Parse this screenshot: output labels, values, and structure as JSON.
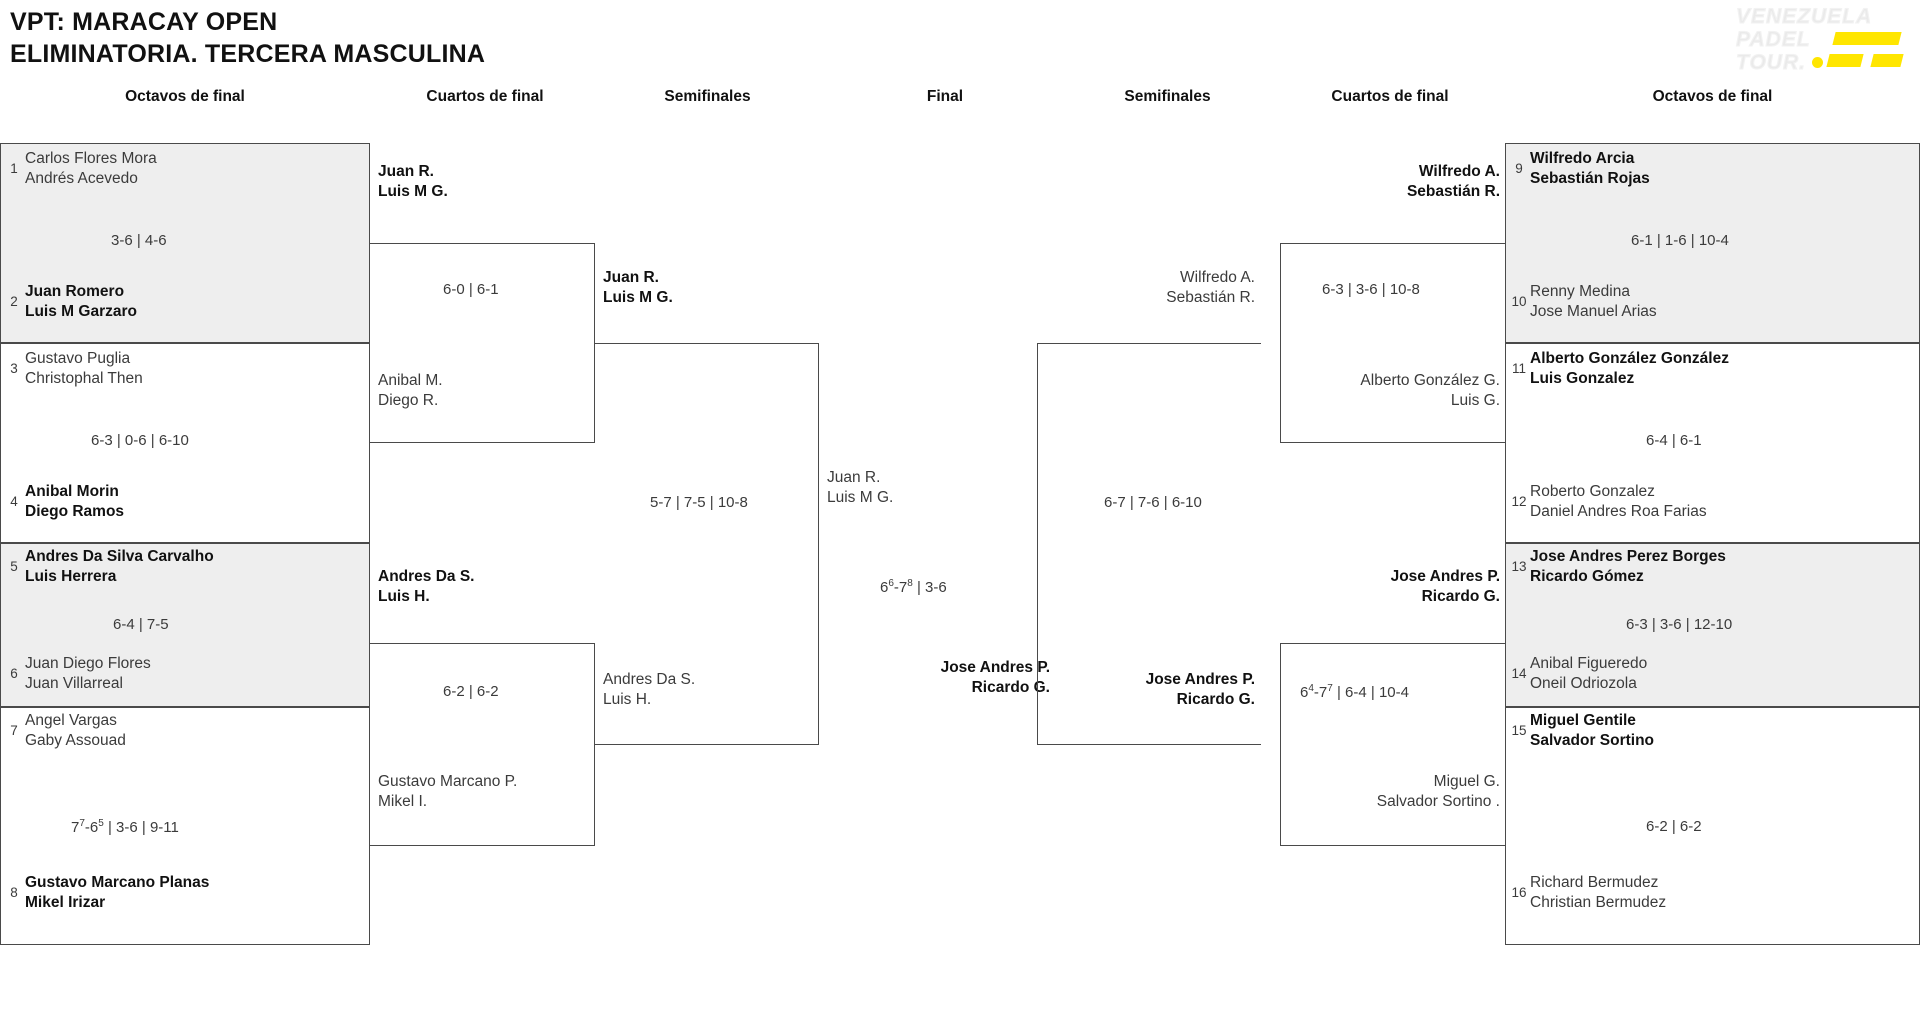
{
  "header": {
    "title_line1": "VPT: MARACAY OPEN",
    "title_line2": "ELIMINATORIA. TERCERA MASCULINA"
  },
  "logo": {
    "line1": "VENEZUELA",
    "line2": "PADEL",
    "line3": "TOUR.",
    "accent_color": "#ffe600"
  },
  "round_headers": {
    "left_r16": "Octavos de final",
    "left_qf": "Cuartos de final",
    "left_sf": "Semifinales",
    "final": "Final",
    "right_sf": "Semifinales",
    "right_qf": "Cuartos de final",
    "right_r16": "Octavos de final"
  },
  "bracket": {
    "left_r16": [
      {
        "shaded": true,
        "top": {
          "seed": "1",
          "p1": "Carlos Flores Mora",
          "p2": "Andrés Acevedo",
          "winner": false
        },
        "bottom": {
          "seed": "2",
          "p1": "Juan Romero",
          "p2": "Luis M Garzaro",
          "winner": true
        },
        "score": "3-6 | 4-6"
      },
      {
        "shaded": false,
        "top": {
          "seed": "3",
          "p1": "Gustavo Puglia",
          "p2": "Christophal Then",
          "winner": false
        },
        "bottom": {
          "seed": "4",
          "p1": "Anibal Morin",
          "p2": "Diego Ramos",
          "winner": true
        },
        "score": "6-3 | 0-6 | 6-10"
      },
      {
        "shaded": true,
        "top": {
          "seed": "5",
          "p1": "Andres Da Silva Carvalho",
          "p2": "Luis Herrera",
          "winner": true
        },
        "bottom": {
          "seed": "6",
          "p1": "Juan Diego Flores",
          "p2": "Juan Villarreal",
          "winner": false
        },
        "score": "6-4 | 7-5"
      },
      {
        "shaded": false,
        "top": {
          "seed": "7",
          "p1": "Angel Vargas",
          "p2": "Gaby Assouad",
          "winner": false
        },
        "bottom": {
          "seed": "8",
          "p1": "Gustavo Marcano Planas",
          "p2": "Mikel Irizar",
          "winner": true
        },
        "score_html": "7<sup>7</sup>-6<sup>5</sup> | 3-6 | 9-11"
      }
    ],
    "left_qf": [
      {
        "top_p1": "Juan R.",
        "top_p2": "Luis M G.",
        "top_winner": true,
        "bottom_p1": "Anibal M.",
        "bottom_p2": "Diego R.",
        "bottom_winner": false,
        "score": "6-0 | 6-1"
      },
      {
        "top_p1": "Andres Da S.",
        "top_p2": "Luis H.",
        "top_winner": true,
        "bottom_p1": "Gustavo Marcano P.",
        "bottom_p2": "Mikel I.",
        "bottom_winner": false,
        "score": "6-2 | 6-2"
      }
    ],
    "left_sf": [
      {
        "top_p1": "Juan R.",
        "top_p2": "Luis M G.",
        "top_winner": true,
        "bottom_p1": "Andres Da S.",
        "bottom_p2": "Luis H.",
        "bottom_winner": false,
        "score": "5-7 | 7-5 | 10-8"
      }
    ],
    "final": {
      "left_p1": "Juan R.",
      "left_p2": "Luis M G.",
      "left_winner": false,
      "right_p1": "Jose Andres P.",
      "right_p2": "Ricardo G.",
      "right_winner": true,
      "score_html": "6<sup>6</sup>-7<sup>8</sup> | 3-6"
    },
    "right_sf": [
      {
        "top_p1": "Wilfredo A.",
        "top_p2": "Sebastián R.",
        "top_winner": false,
        "bottom_p1": "Jose Andres P.",
        "bottom_p2": "Ricardo G.",
        "bottom_winner": true,
        "score": "6-7 | 7-6 | 6-10"
      }
    ],
    "right_qf": [
      {
        "top_p1": "Wilfredo A.",
        "top_p2": "Sebastián R.",
        "top_winner": true,
        "bottom_p1": "Alberto González G.",
        "bottom_p2": "Luis G.",
        "bottom_winner": false,
        "score": "6-3 | 3-6 | 10-8"
      },
      {
        "top_p1": "Jose Andres P.",
        "top_p2": "Ricardo G.",
        "top_winner": true,
        "bottom_p1": "Miguel G.",
        "bottom_p2": "Salvador Sortino .",
        "bottom_winner": false,
        "score_html": "6<sup>4</sup>-7<sup>7</sup> | 6-4 | 10-4"
      }
    ],
    "right_r16": [
      {
        "shaded": true,
        "top": {
          "seed": "9",
          "p1": "Wilfredo Arcia",
          "p2": "Sebastián Rojas",
          "winner": true
        },
        "bottom": {
          "seed": "10",
          "p1": "Renny Medina",
          "p2": "Jose Manuel Arias",
          "winner": false
        },
        "score": "6-1 | 1-6 | 10-4"
      },
      {
        "shaded": false,
        "top": {
          "seed": "11",
          "p1": "Alberto González González",
          "p2": "Luis Gonzalez",
          "winner": true
        },
        "bottom": {
          "seed": "12",
          "p1": "Roberto Gonzalez",
          "p2": "Daniel Andres Roa Farias",
          "winner": false
        },
        "score": "6-4 | 6-1"
      },
      {
        "shaded": true,
        "top": {
          "seed": "13",
          "p1": "Jose Andres Perez Borges",
          "p2": "Ricardo Gómez",
          "winner": true
        },
        "bottom": {
          "seed": "14",
          "p1": "Anibal Figueredo",
          "p2": "Oneil Odriozola",
          "winner": false
        },
        "score": "6-3 | 3-6 | 12-10"
      },
      {
        "shaded": false,
        "top": {
          "seed": "15",
          "p1": "Miguel Gentile",
          "p2": "Salvador Sortino",
          "winner": true
        },
        "bottom": {
          "seed": "16",
          "p1": "Richard Bermudez",
          "p2": "Christian Bermudez",
          "winner": false
        },
        "score": "6-2 | 6-2"
      }
    ]
  }
}
